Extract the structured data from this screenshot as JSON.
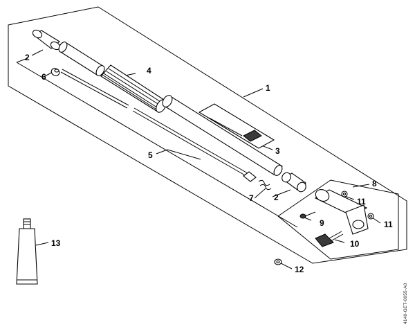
{
  "diagram": {
    "callouts": {
      "c1": "1",
      "c2a": "2",
      "c2b": "2",
      "c3": "3",
      "c4": "4",
      "c5": "5",
      "c6": "6",
      "c7": "7",
      "c8": "8",
      "c9": "9",
      "c10": "10",
      "c11a": "11",
      "c11b": "11",
      "c12": "12",
      "c13": "13"
    },
    "reference_code": "4140-GET-0055-A0"
  }
}
